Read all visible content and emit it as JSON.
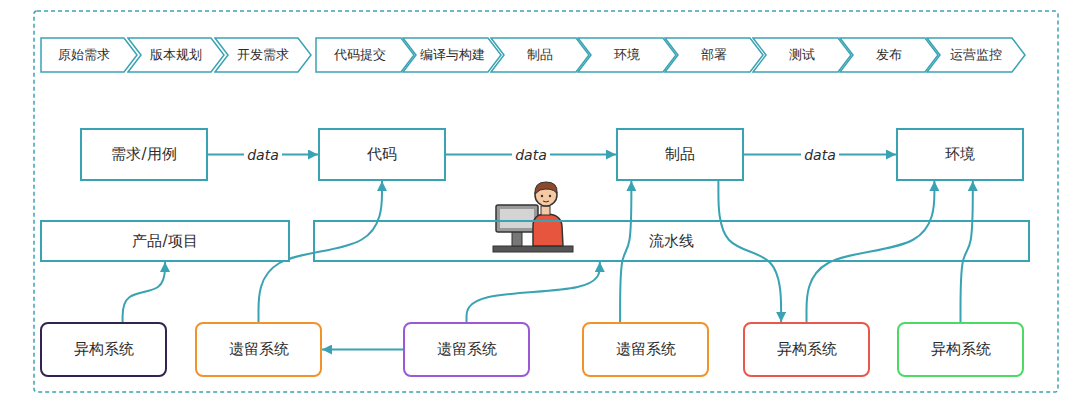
{
  "diagram": {
    "nodes": [
      {
        "text": [
          "原始需求"
        ]
      },
      {
        "text": [
          "版本规划"
        ]
      },
      {
        "text": [
          "开发需求"
        ]
      },
      {
        "text": [
          "代码提交"
        ]
      },
      {
        "text": [
          "编译与构建"
        ]
      },
      {
        "text": [
          "制品"
        ]
      },
      {
        "text": [
          "环境"
        ]
      },
      {
        "text": [
          "部署"
        ]
      },
      {
        "text": [
          "测试"
        ]
      },
      {
        "text": [
          "发布"
        ]
      },
      {
        "text": [
          "运营监控"
        ]
      },
      {
        "text": [
          "需求/用例"
        ]
      },
      {
        "text": [
          "代码"
        ]
      },
      {
        "text": [
          "制品"
        ]
      },
      {
        "text": [
          "环境"
        ]
      },
      {
        "text": [
          "产品/项目"
        ]
      },
      {
        "text": [
          "流水线"
        ]
      },
      {
        "text": [
          "异构系统"
        ]
      },
      {
        "text": [
          "遗留系统"
        ]
      },
      {
        "text": [
          "遗留系统"
        ]
      },
      {
        "text": [
          "遗留系统"
        ]
      },
      {
        "text": [
          "异构系统"
        ]
      },
      {
        "text": [
          "异构系统"
        ]
      }
    ],
    "edges": [
      {
        "from": 11,
        "to": 12,
        "label": "data",
        "arrow": "to"
      },
      {
        "from": 12,
        "to": 13,
        "label": "data",
        "arrow": "to"
      },
      {
        "from": 13,
        "to": 14,
        "label": "data",
        "arrow": "to"
      },
      {
        "from": 17,
        "to": 15,
        "arrow": "to"
      },
      {
        "from": 18,
        "to": 12,
        "arrow": "to"
      },
      {
        "from": 19,
        "to": 18,
        "arrow": "to"
      },
      {
        "from": 19,
        "to": 16,
        "arrow": "to"
      },
      {
        "from": 20,
        "to": 13,
        "arrow": "to"
      },
      {
        "from": 13,
        "to": 21,
        "arrow": "to"
      },
      {
        "from": 21,
        "to": 14,
        "arrow": "to"
      },
      {
        "from": 22,
        "to": 14,
        "arrow": "to"
      }
    ]
  }
}
